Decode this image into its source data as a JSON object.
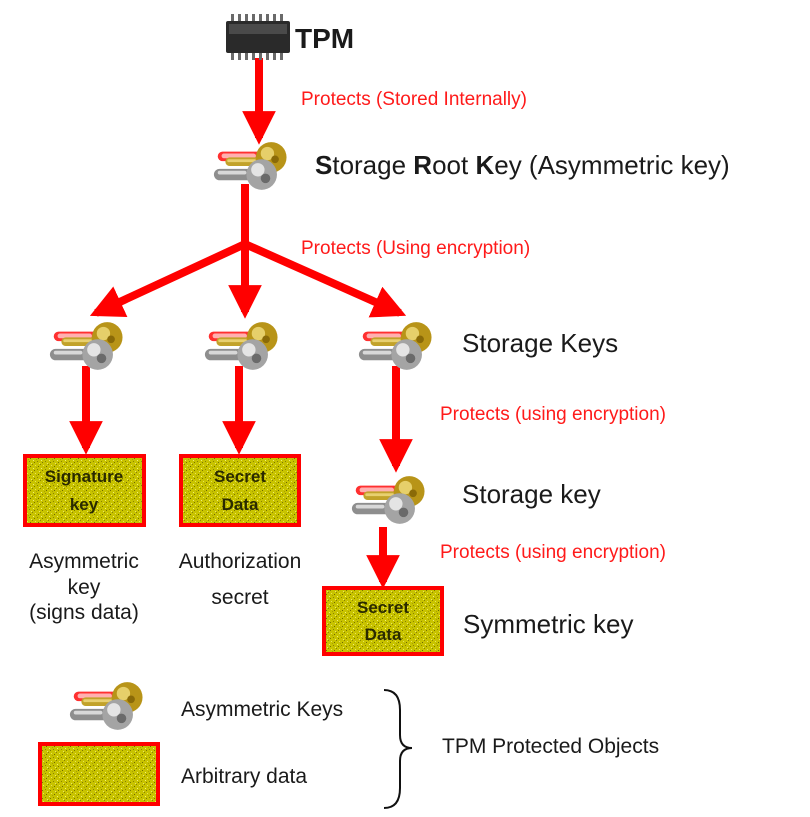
{
  "colors": {
    "arrow": "#ff0000",
    "protects_text": "#ff1a1a",
    "label_text": "#1a1a1a",
    "data_fill": "#c9c400",
    "data_border": "#ff0000",
    "chip_body": "#2a2a2a"
  },
  "tpm": {
    "label": "TPM",
    "icon": "chip-icon"
  },
  "srk": {
    "letter_s": "S",
    "text_1": "torage ",
    "letter_r": "R",
    "text_2": "oot ",
    "letter_k": "K",
    "text_3": "ey (Asymmetric key)",
    "icon": "key-icon"
  },
  "protects": {
    "stored_internally": "Protects (Stored Internally)",
    "using_encryption": "Protects (Using encryption)",
    "using_encryption_lower_1": "Protects (using encryption)",
    "using_encryption_lower_2": "Protects (using encryption)"
  },
  "storage_keys_label": "Storage Keys",
  "storage_key_label": "Storage key",
  "symmetric_key_label": "Symmetric key",
  "boxes": {
    "signature_line1": "Signature",
    "signature_line2": "key",
    "secret1_line1": "Secret",
    "secret1_line2": "Data",
    "secret2_line1": "Secret",
    "secret2_line2": "Data"
  },
  "captions": {
    "asymmetric_line1": "Asymmetric",
    "asymmetric_line2": "key",
    "asymmetric_line3": "(signs data)",
    "authorization_line1": "Authorization",
    "authorization_line2": "secret"
  },
  "legend": {
    "asymmetric_keys": "Asymmetric Keys",
    "arbitrary_data": "Arbitrary data",
    "protected_objects": "TPM Protected Objects"
  }
}
